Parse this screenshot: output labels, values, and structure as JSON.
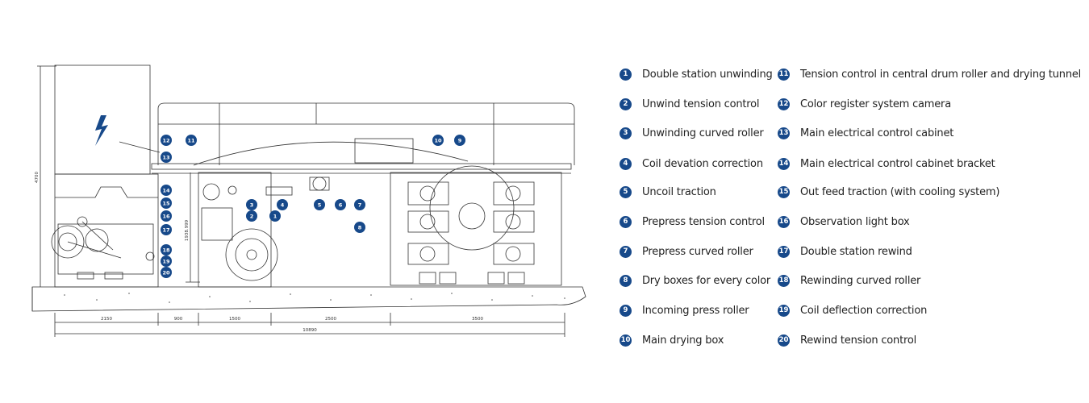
{
  "dimensions": {
    "total": "10890",
    "segments": [
      "2150",
      "900",
      "1500",
      "2500",
      "3500"
    ],
    "height": "4700",
    "inner_height": "1938.999"
  },
  "legend": [
    {
      "n": "1",
      "label": "Double station unwinding"
    },
    {
      "n": "2",
      "label": "Unwind tension control"
    },
    {
      "n": "3",
      "label": "Unwinding curved roller"
    },
    {
      "n": "4",
      "label": "Coil devation correction"
    },
    {
      "n": "5",
      "label": "Uncoil traction"
    },
    {
      "n": "6",
      "label": "Prepress tension control"
    },
    {
      "n": "7",
      "label": "Prepress curved roller"
    },
    {
      "n": "8",
      "label": "Dry boxes for every color"
    },
    {
      "n": "9",
      "label": "Incoming press roller"
    },
    {
      "n": "10",
      "label": "Main drying box"
    },
    {
      "n": "11",
      "label": "Tension control in central drum roller and drying tunnel"
    },
    {
      "n": "12",
      "label": "Color register system camera"
    },
    {
      "n": "13",
      "label": "Main electrical control cabinet"
    },
    {
      "n": "14",
      "label": "Main electrical control cabinet bracket"
    },
    {
      "n": "15",
      "label": "Out feed traction (with cooling system)"
    },
    {
      "n": "16",
      "label": "Observation light box"
    },
    {
      "n": "17",
      "label": "Double station rewind"
    },
    {
      "n": "18",
      "label": "Rewinding curved roller"
    },
    {
      "n": "19",
      "label": "Coil deflection correction"
    },
    {
      "n": "20",
      "label": "Rewind tension control"
    }
  ],
  "colors": {
    "badge": "#17498a",
    "line": "#333333",
    "lightning": "#17498a"
  },
  "icons": {
    "cabinet_symbol": "lightning-bolt-icon"
  }
}
